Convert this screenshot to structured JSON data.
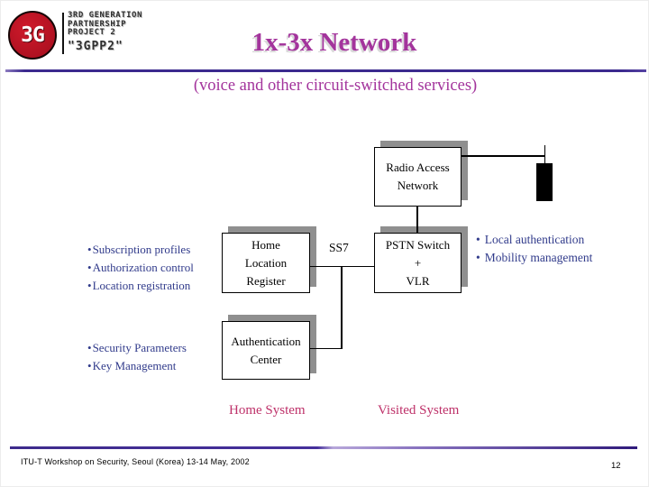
{
  "logo": {
    "badge": "3G",
    "line1": "3RD GENERATION",
    "line2": "PARTNERSHIP",
    "line3": "PROJECT 2",
    "line4": "\"3GPP2\""
  },
  "header": {
    "title": "1x-3x Network",
    "subtitle": "(voice and other circuit-switched services)"
  },
  "diagram": {
    "ran": {
      "line1": "Radio Access",
      "line2": "Network"
    },
    "hlr": {
      "line1": "Home",
      "line2": "Location",
      "line3": "Register"
    },
    "pstn": {
      "line1": "PSTN Switch",
      "line2": "+",
      "line3": "VLR"
    },
    "auc": {
      "line1": "Authentication",
      "line2": "Center"
    },
    "link_label": "SS7",
    "bullet": "•",
    "hlr_bullets": [
      "Subscription profiles",
      "Authorization control",
      "Location registration"
    ],
    "auc_bullets": [
      "Security Parameters",
      "Key Management"
    ],
    "visited_bullets": [
      "Local authentication",
      "Mobility management"
    ],
    "home_label": "Home System",
    "visited_label": "Visited System"
  },
  "footer": {
    "text": "ITU-T Workshop on Security, Seoul (Korea) 13-14 May, 2002",
    "page": "12"
  },
  "colors": {
    "title_magenta": "#A3349C",
    "bullet_navy": "#313B8B",
    "region_crimson": "#BE3169",
    "rule_purple": "#3B2A8E",
    "box_shadow_gray": "#8F8F8F",
    "logo_red": "#B01020"
  }
}
